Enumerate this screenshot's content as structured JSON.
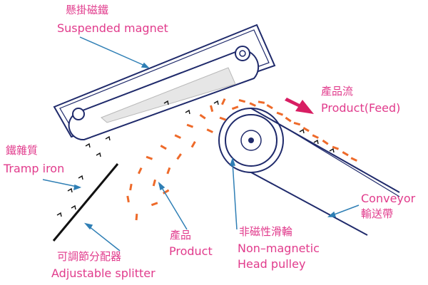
{
  "labels": {
    "suspended_magnet": {
      "zh": "懸掛磁鐵",
      "en": "Suspended magnet"
    },
    "product_feed": {
      "zh": "產品流",
      "en": "Product(Feed)"
    },
    "tramp_iron": {
      "zh": "鐵雜質",
      "en": "Tramp iron"
    },
    "conveyor": {
      "en": "Conveyor",
      "zh": "輸送帶"
    },
    "adjustable_splitter": {
      "zh": "可調節分配器",
      "en": "Adjustable splitter"
    },
    "product": {
      "zh": "產品",
      "en": "Product"
    },
    "head_pulley": {
      "zh": "非磁性滑輪",
      "en1": "Non–magnetic",
      "en2": "Head pulley"
    }
  },
  "colors": {
    "outline": "#1f2a6b",
    "label": "#e13b8c",
    "particle": "#ee6a2a",
    "leader_line": "#2f7fb5",
    "feed_arrow": "#d81e63",
    "magnet_fill": "#e6e6e6"
  }
}
